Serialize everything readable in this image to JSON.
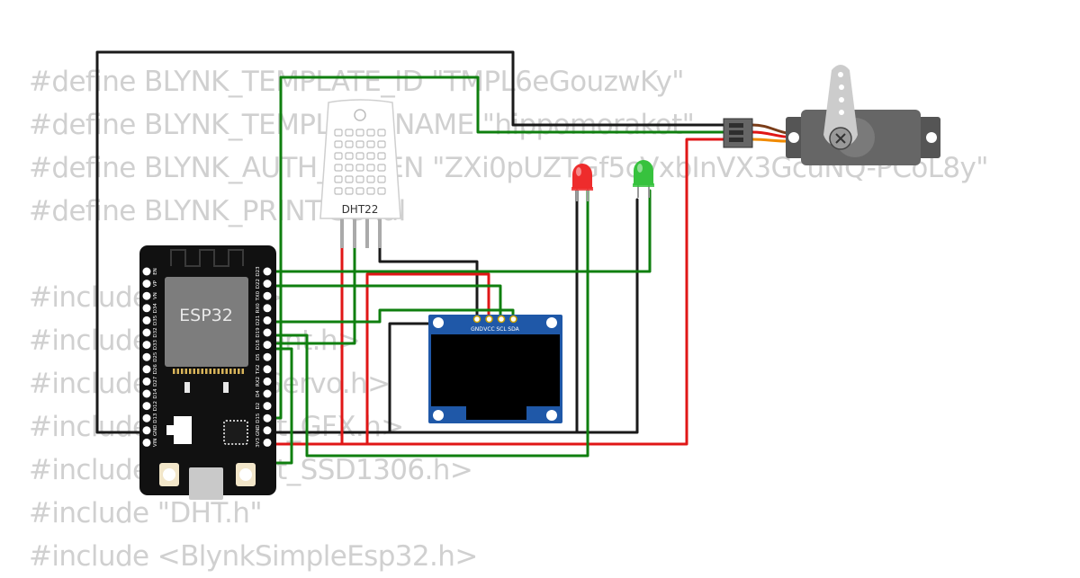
{
  "code": {
    "lines": [
      "#define BLYNK_TEMPLATE_ID \"TMPL6eGouzwKy\"",
      "#define BLYNK_TEMPLATE_NAME \"hippomorakot\"",
      "#define BLYNK_AUTH_TOKEN \"ZXi0pUZTGf5cVxbInVX3GcuNQ-PCoL8y\"",
      "#define BLYNK_PRINT Serial",
      "",
      "#include <WiFi.h>",
      "#include <WiFiClient.h>",
      "#include <ESP32Servo.h>",
      "#include <Adafruit_GFX.h>",
      "#include <Adafruit_SSD1306.h>",
      "#include \"DHT.h\"",
      "#include <BlynkSimpleEsp32.h>"
    ]
  },
  "esp32": {
    "chip_label": "ESP32",
    "left_pins": [
      "EN",
      "VP",
      "VN",
      "D34",
      "D35",
      "D32",
      "D33",
      "D25",
      "D26",
      "D27",
      "D14",
      "D12",
      "D13",
      "GND",
      "VIN"
    ],
    "right_pins": [
      "D23",
      "D22",
      "TX0",
      "RX0",
      "D21",
      "D19",
      "D18",
      "D5",
      "TX2",
      "RX2",
      "D4",
      "D2",
      "D15",
      "GND",
      "3V3"
    ]
  },
  "dht22": {
    "label": "DHT22"
  },
  "oled": {
    "pins": [
      "GND",
      "VCC",
      "SCL",
      "SDA"
    ]
  },
  "leds": [
    {
      "color_name": "red",
      "color": "#ee2c2c"
    },
    {
      "color_name": "green",
      "color": "#37c23e"
    }
  ],
  "wire_colors": {
    "black": "#1a1a1a",
    "green": "#0f7f0f",
    "red": "#e01616"
  }
}
